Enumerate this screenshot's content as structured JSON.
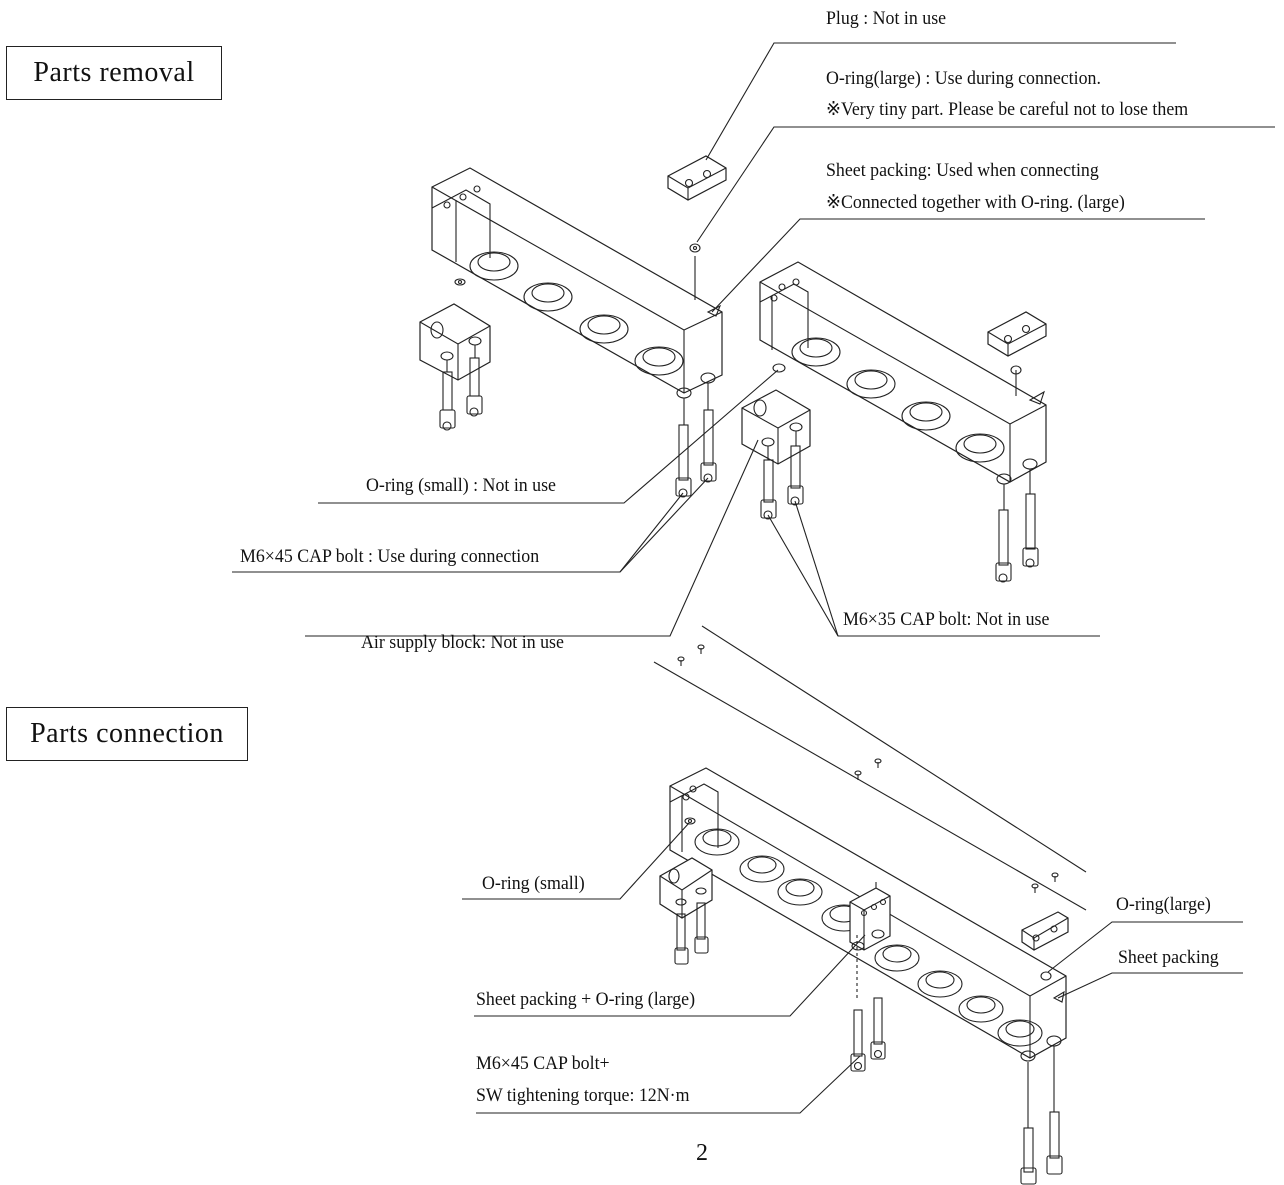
{
  "sections": {
    "removal_title": "Parts removal",
    "connection_title": "Parts connection"
  },
  "removal_labels": {
    "plug": "Plug : Not in use",
    "oring_large_line1": "O-ring(large) : Use during connection.",
    "oring_large_line2": "※Very tiny part. Please be careful not to lose them",
    "sheet_packing_line1": "Sheet packing: Used when connecting",
    "sheet_packing_line2": "※Connected together with O-ring. (large)",
    "oring_small": "O-ring (small) : Not in use",
    "m6x45_bolt": "M6×45 CAP bolt : Use during connection",
    "m6x35_bolt": "M6×35 CAP bolt: Not in use",
    "air_supply_block": "Air supply block: Not in use"
  },
  "connection_labels": {
    "oring_small": "O-ring (small)",
    "oring_large": "O-ring(large)",
    "sheet_packing": "Sheet packing",
    "sheet_packing_oring": "Sheet packing + O-ring  (large)",
    "bolt_line1": "M6×45 CAP bolt+",
    "bolt_line2": "SW tightening torque: 12N·m"
  },
  "page_number": "2"
}
